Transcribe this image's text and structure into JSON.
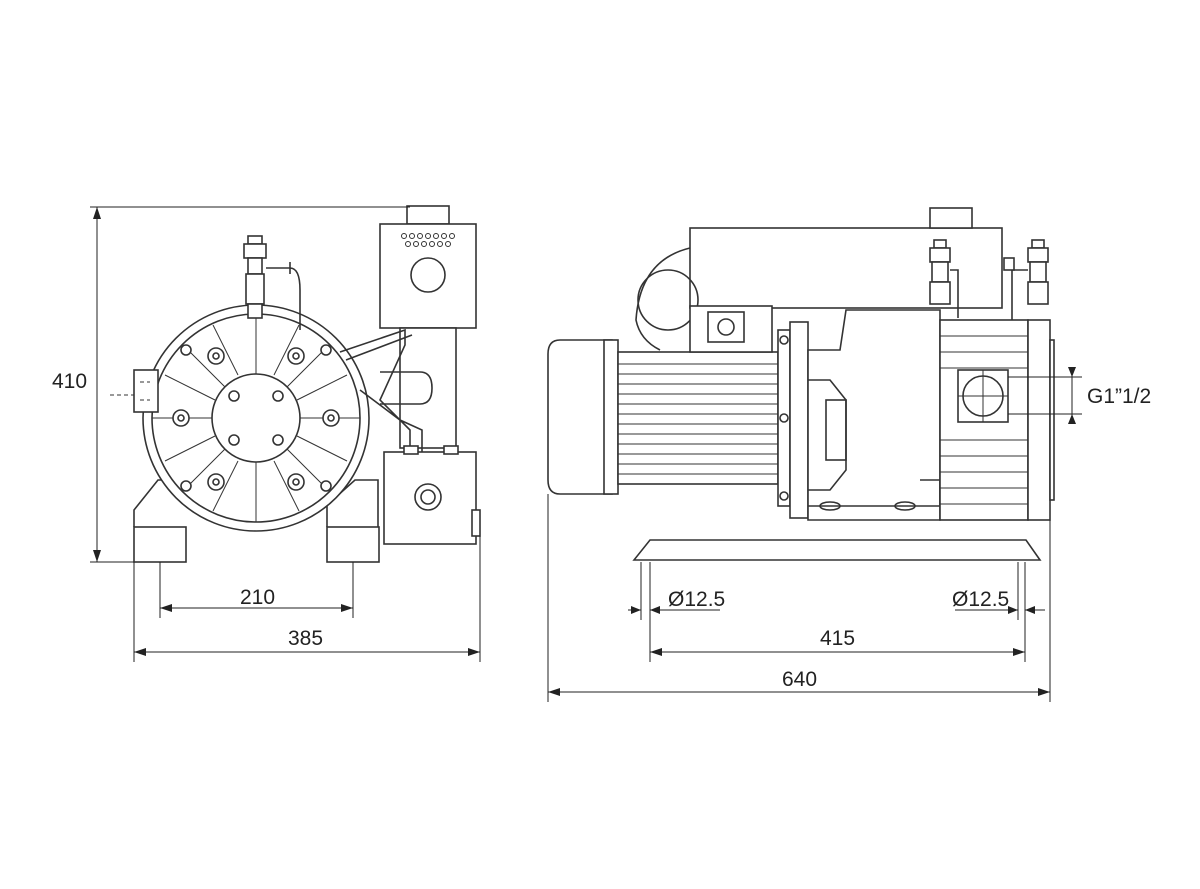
{
  "dimensions": {
    "height_total": "410",
    "front_mount_spacing": "210",
    "front_width": "385",
    "hole_left": "Ø12.5",
    "hole_right": "Ø12.5",
    "side_mount_spacing": "415",
    "side_length": "640",
    "port_thread": "G1”1/2"
  }
}
